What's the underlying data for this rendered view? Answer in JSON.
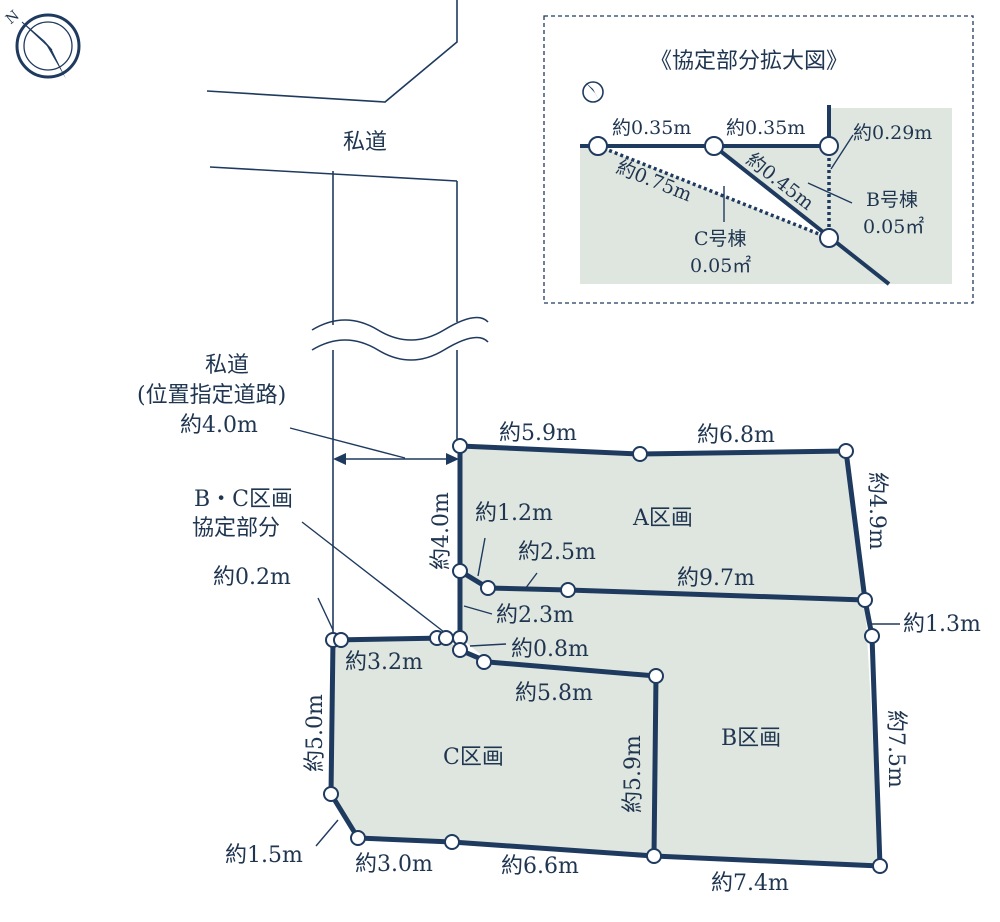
{
  "colors": {
    "line": "#1f3a5f",
    "lot_fill": "#dfe6df",
    "text": "#1f3550",
    "background": "#ffffff"
  },
  "icons": {
    "north_arrow": "compass-north-icon"
  },
  "north_label": "N",
  "road": {
    "name": "私道",
    "callout_name": "私道",
    "callout_type": "(位置指定道路)",
    "callout_width": "約4.0m"
  },
  "agreement_note": {
    "line1": "B・C区画",
    "line2": "協定部分"
  },
  "lots": {
    "a": "A区画",
    "b": "B区画",
    "c": "C区画"
  },
  "dimensions": {
    "a_top_left": "約5.9m",
    "a_top_right": "約6.8m",
    "a_right": "約4.9m",
    "a_left": "約4.0m",
    "a_inner_short": "約1.2m",
    "a_inner_mid": "約2.5m",
    "a_bottom": "約9.7m",
    "b_right_upper": "約1.3m",
    "b_right": "約7.5m",
    "bc_step_left": "約2.3m",
    "bc_step_short": "約0.8m",
    "b_top": "約5.8m",
    "bc_divider": "約5.9m",
    "c_corner_top": "約0.2m",
    "c_top": "約3.2m",
    "c_left": "約5.0m",
    "c_corner_bottom": "約1.5m",
    "c_bottom_left": "約3.0m",
    "c_bottom_right": "約6.6m",
    "b_bottom": "約7.4m"
  },
  "inset": {
    "title": "《協定部分拡大図》",
    "seg_left": "約0.35m",
    "seg_right": "約0.35m",
    "seg_b": "約0.29m",
    "seg_diag_long": "約0.75m",
    "seg_diag_short": "約0.45m",
    "b_lot": "B号棟",
    "b_area": "0.05㎡",
    "c_lot": "C号棟",
    "c_area": "0.05㎡"
  }
}
